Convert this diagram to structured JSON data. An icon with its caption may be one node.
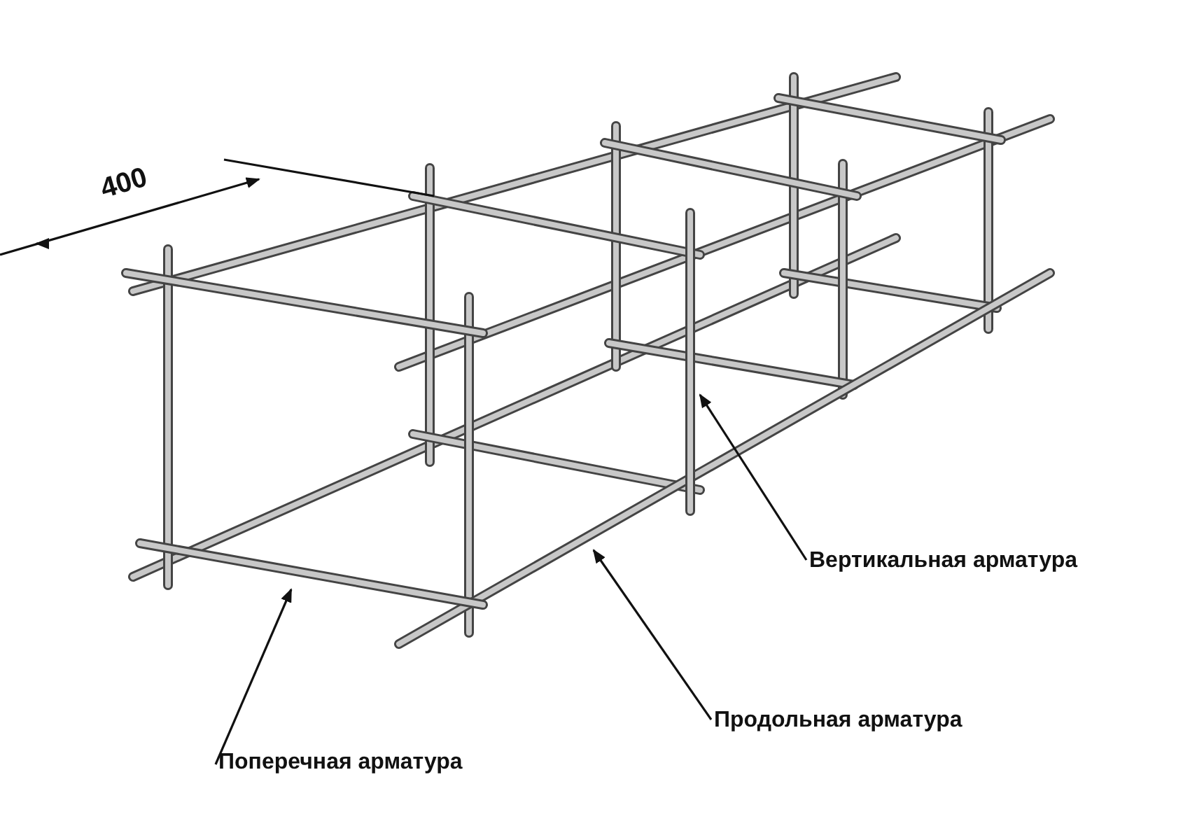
{
  "diagram": {
    "nodes": [
      {
        "text": [
          "Вертикальная арматура"
        ]
      },
      {
        "text": [],
        "shape": "bar"
      },
      {
        "text": [
          "Продольная арматура"
        ]
      },
      {
        "text": [],
        "shape": "bar"
      },
      {
        "text": [
          "Поперечная арматура"
        ]
      },
      {
        "text": [],
        "shape": "bar"
      }
    ],
    "edges": [
      {
        "from": 0,
        "to": 1,
        "arrow": "to"
      },
      {
        "from": 2,
        "to": 3,
        "arrow": "to"
      },
      {
        "from": 4,
        "to": 5,
        "arrow": "to"
      }
    ],
    "labels": [
      "400"
    ]
  }
}
